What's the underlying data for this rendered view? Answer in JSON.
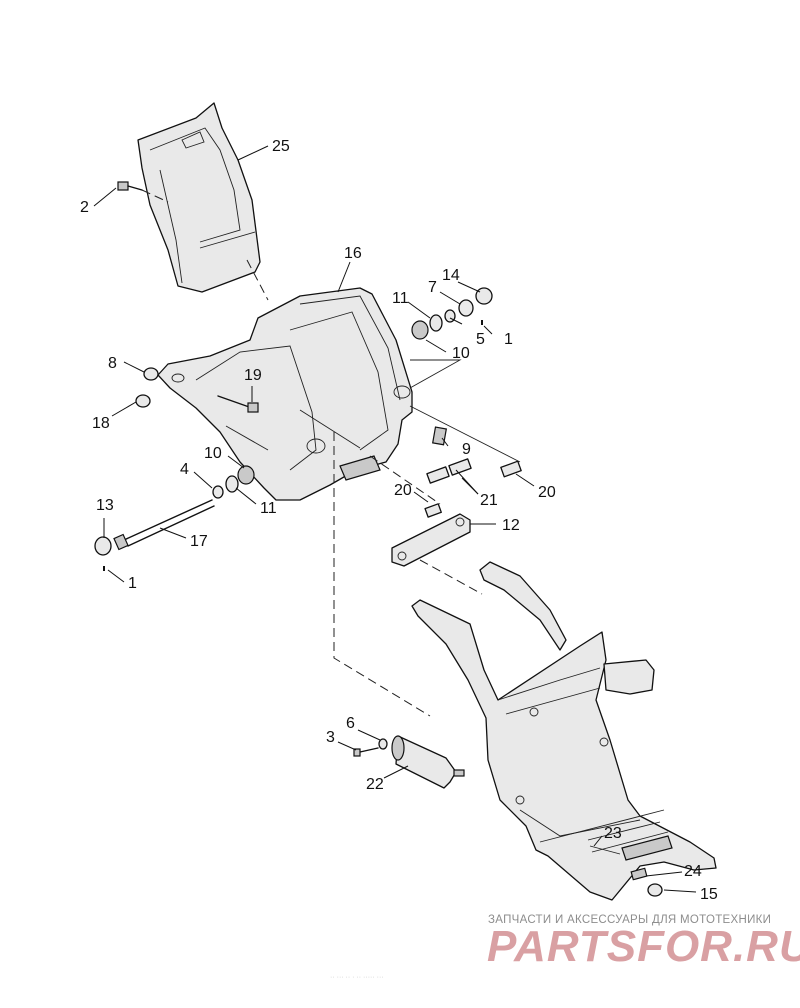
{
  "callouts": [
    {
      "id": "c25",
      "text": "25"
    },
    {
      "id": "c2",
      "text": "2"
    },
    {
      "id": "c16",
      "text": "16"
    },
    {
      "id": "c14",
      "text": "14"
    },
    {
      "id": "c7",
      "text": "7"
    },
    {
      "id": "c11a",
      "text": "11"
    },
    {
      "id": "c5",
      "text": "5"
    },
    {
      "id": "c1a",
      "text": "1"
    },
    {
      "id": "c10a",
      "text": "10"
    },
    {
      "id": "c8",
      "text": "8"
    },
    {
      "id": "c19",
      "text": "19"
    },
    {
      "id": "c18",
      "text": "18"
    },
    {
      "id": "c9",
      "text": "9"
    },
    {
      "id": "c10b",
      "text": "10"
    },
    {
      "id": "c4",
      "text": "4"
    },
    {
      "id": "c20a",
      "text": "20"
    },
    {
      "id": "c21",
      "text": "21"
    },
    {
      "id": "c20b",
      "text": "20"
    },
    {
      "id": "c11b",
      "text": "11"
    },
    {
      "id": "c13",
      "text": "13"
    },
    {
      "id": "c12",
      "text": "12"
    },
    {
      "id": "c17",
      "text": "17"
    },
    {
      "id": "c1b",
      "text": "1"
    },
    {
      "id": "c6",
      "text": "6"
    },
    {
      "id": "c3",
      "text": "3"
    },
    {
      "id": "c22",
      "text": "22"
    },
    {
      "id": "c23",
      "text": "23"
    },
    {
      "id": "c24",
      "text": "24"
    },
    {
      "id": "c15",
      "text": "15"
    }
  ],
  "watermark": {
    "tagline": "ЗАПЧАСТИ И АКСЕССУАРЫ ДЛЯ МОТОТЕХНИКИ",
    "logo": "PARTSFOR.RU",
    "color": "#d9a0a3"
  },
  "footer_ref": "·· ··· ·· · ·· ····· ···"
}
